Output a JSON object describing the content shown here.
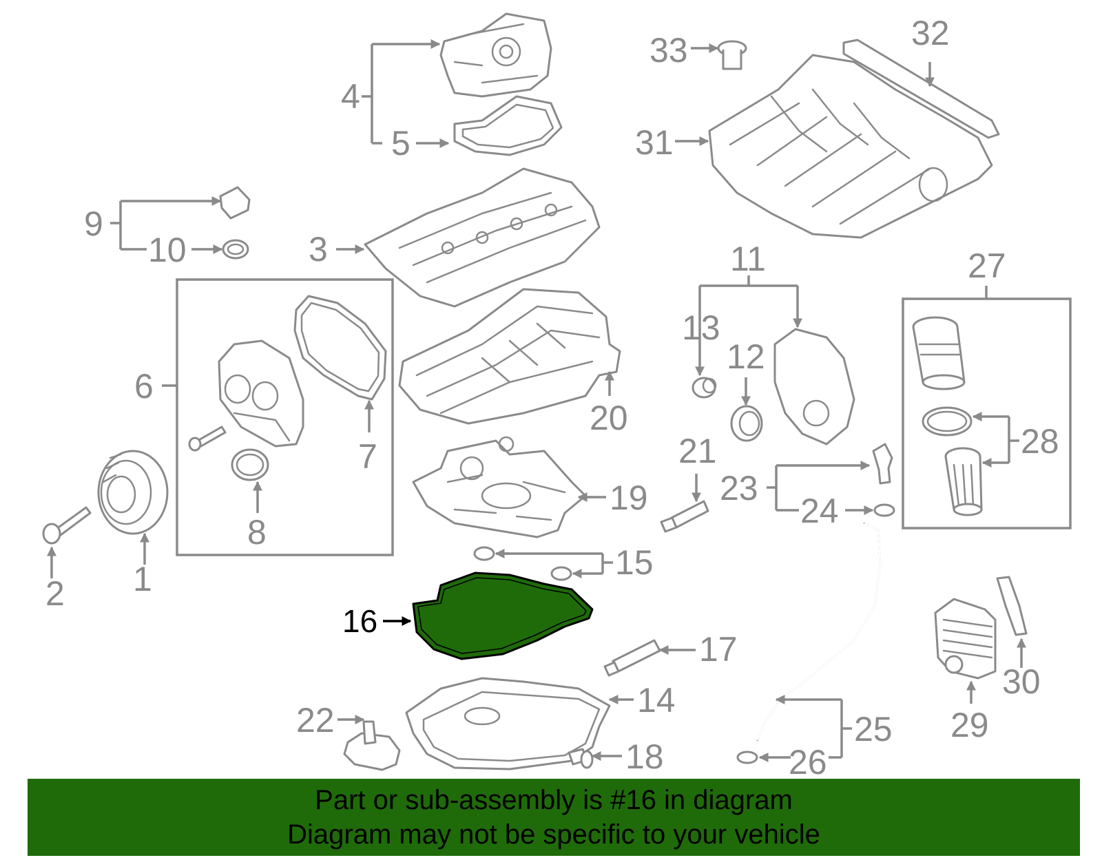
{
  "diagram": {
    "highlight_color": "#1f6b0a",
    "line_color": "#8a8a8a",
    "highlighted_callout": "16",
    "callouts": [
      "1",
      "2",
      "3",
      "4",
      "5",
      "6",
      "7",
      "8",
      "9",
      "10",
      "11",
      "12",
      "13",
      "14",
      "15",
      "16",
      "17",
      "18",
      "19",
      "20",
      "21",
      "22",
      "23",
      "24",
      "25",
      "26",
      "27",
      "28",
      "29",
      "30",
      "31",
      "32",
      "33"
    ]
  },
  "banner": {
    "line1": "Part or sub-assembly is #16 in diagram",
    "line2": "Diagram may not be specific to your vehicle"
  }
}
